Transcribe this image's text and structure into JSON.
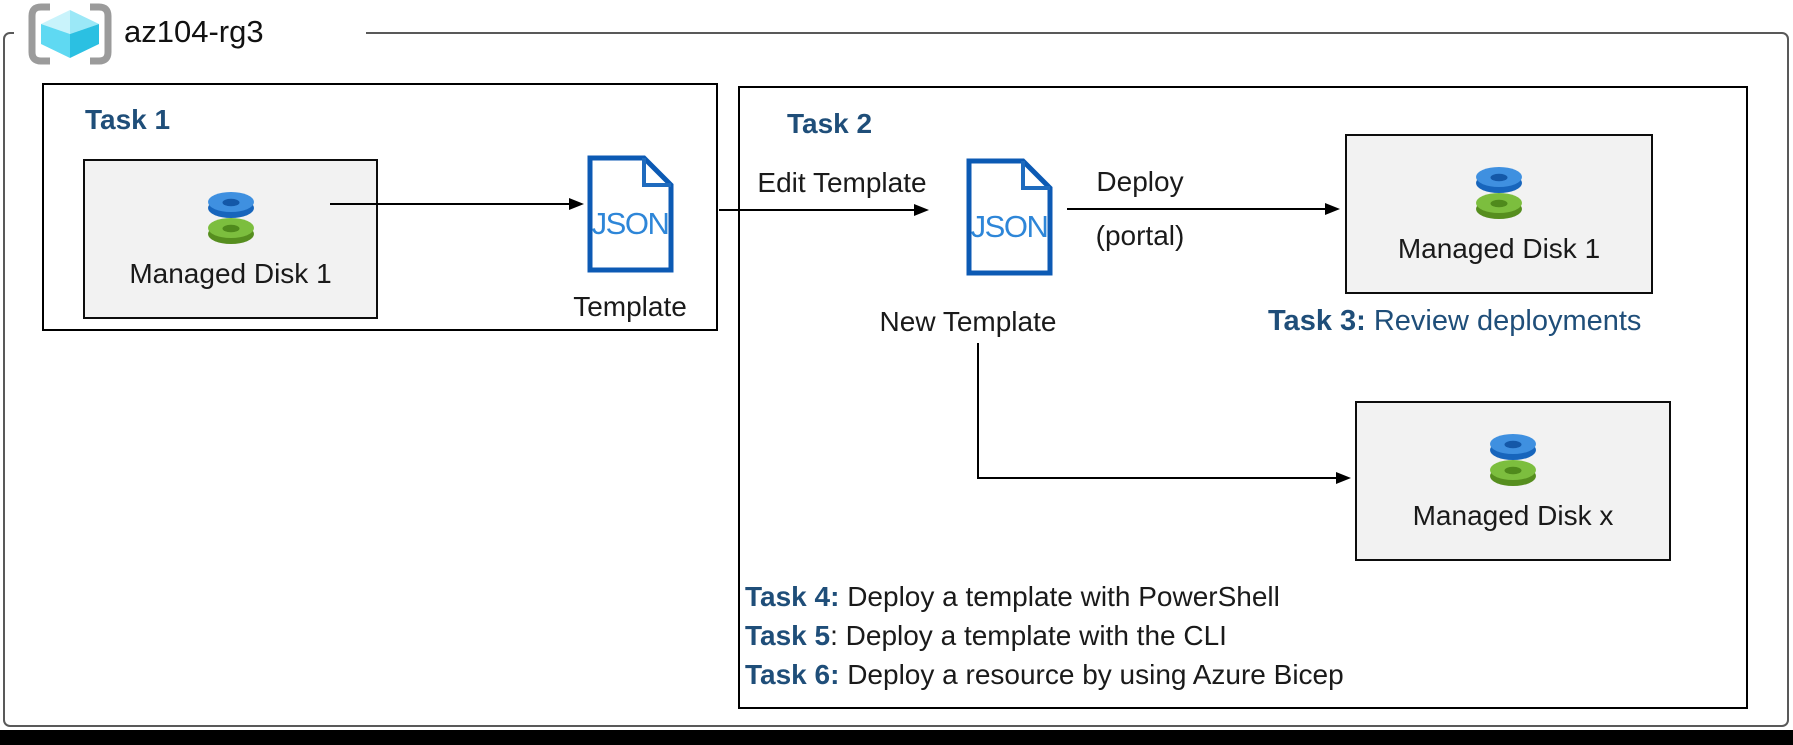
{
  "header": {
    "resource_group_name": "az104-rg3",
    "resource_group_icon": "resource-group-icon"
  },
  "task1": {
    "title": "Task 1",
    "managed_disk_label": "Managed Disk 1",
    "json_doc_text": "JSON",
    "template_label": "Template"
  },
  "task2": {
    "title": "Task 2",
    "edit_template_arrow_label": "Edit Template",
    "json_doc_text": "JSON",
    "new_template_label": "New Template",
    "deploy_arrow_label": "Deploy",
    "deploy_arrow_sublabel": "(portal)",
    "managed_disk_1_label": "Managed Disk 1",
    "managed_disk_x_label": "Managed Disk x",
    "task3": {
      "label": "Task 3:",
      "rest": " Review deployments"
    },
    "tasks": [
      {
        "label": "Task 4:",
        "rest": " Deploy a template with PowerShell"
      },
      {
        "label": "Task 5",
        "rest": ": Deploy a template with the CLI"
      },
      {
        "label": "Task 6:",
        "rest": " Deploy a resource by using Azure Bicep"
      }
    ]
  },
  "colors": {
    "heading_navy": "#1F4E79",
    "json_doc_border": "#0C5AB4",
    "json_text_blue": "#2E86D8",
    "disk_box_fill": "#F2F2F2",
    "outer_border_gray": "#595959",
    "disk_blue": "#3F90E0",
    "disk_green": "#7CBE3E",
    "cube_cyan": "#50D7F2"
  }
}
